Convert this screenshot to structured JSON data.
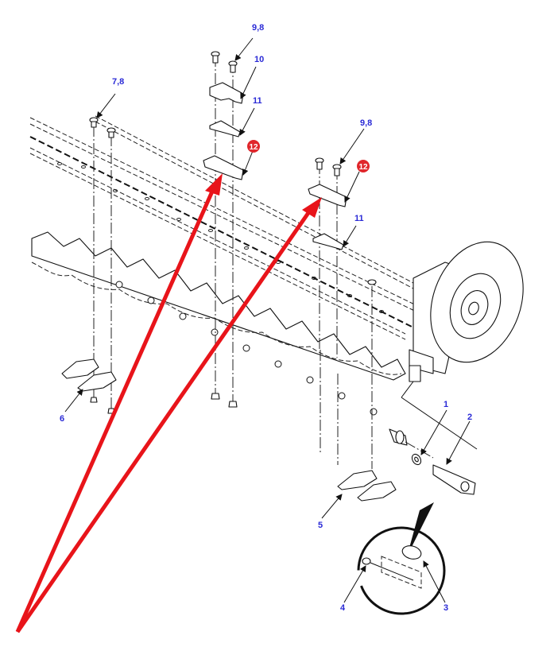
{
  "diagram": {
    "title": "Mower cutter bar knife assembly - exploded parts view",
    "callouts": [
      {
        "id": "c1",
        "label": "1",
        "highlight": false
      },
      {
        "id": "c2",
        "label": "2",
        "highlight": false
      },
      {
        "id": "c3",
        "label": "3",
        "highlight": false
      },
      {
        "id": "c4",
        "label": "4",
        "highlight": false
      },
      {
        "id": "c5",
        "label": "5",
        "highlight": false
      },
      {
        "id": "c6",
        "label": "6",
        "highlight": false
      },
      {
        "id": "c78",
        "label": "7,8",
        "highlight": false
      },
      {
        "id": "c98a",
        "label": "9,8",
        "highlight": false
      },
      {
        "id": "c98b",
        "label": "9,8",
        "highlight": false
      },
      {
        "id": "c10",
        "label": "10",
        "highlight": false
      },
      {
        "id": "c11a",
        "label": "11",
        "highlight": false
      },
      {
        "id": "c11b",
        "label": "11",
        "highlight": false
      },
      {
        "id": "c12a",
        "label": "12",
        "highlight": true
      },
      {
        "id": "c12b",
        "label": "12",
        "highlight": true
      }
    ],
    "colors": {
      "callout_text": "#2a2ad6",
      "highlight_badge": "#e0262b",
      "annotation_arrow": "#e8141a",
      "line_art": "#111111"
    },
    "annotation": {
      "type": "red-arrows",
      "points_to": "12"
    }
  }
}
